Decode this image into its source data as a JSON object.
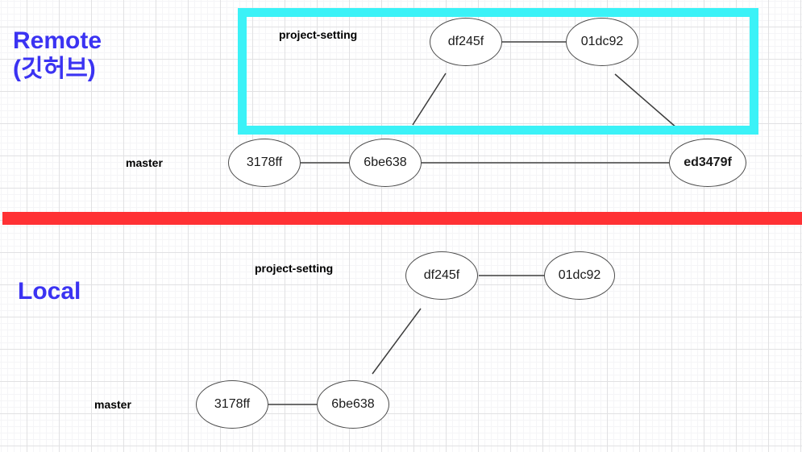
{
  "colors": {
    "highlight_box_border": "#3bf2f7",
    "divider_bar": "#ff3134",
    "section_title_text": "#3b33f2",
    "node_stroke": "#4c4c4c",
    "connector_stroke": "#585858"
  },
  "remote": {
    "title_line1": "Remote",
    "title_line2": "(깃허브)",
    "branch_label": "project-setting",
    "branch_commits": [
      "df245f",
      "01dc92"
    ],
    "master_label": "master",
    "master_commits": [
      "3178ff",
      "6be638",
      "ed3479f"
    ]
  },
  "local": {
    "title": "Local",
    "branch_label": "project-setting",
    "branch_commits": [
      "df245f",
      "01dc92"
    ],
    "master_label": "master",
    "master_commits": [
      "3178ff",
      "6be638"
    ]
  }
}
